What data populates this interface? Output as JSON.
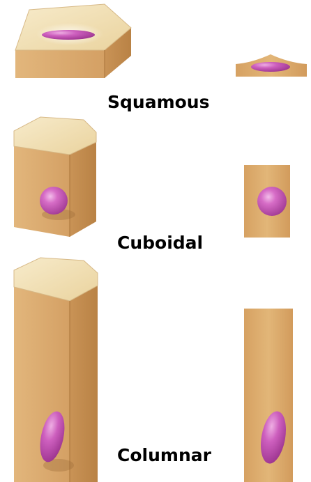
{
  "labels": {
    "squamous": "Squamous",
    "cuboidal": "Cuboidal",
    "columnar": "Columnar"
  },
  "colors": {
    "top_face": "#f3e3bb",
    "side_light": "#e6bc82",
    "side_dark": "#c48d52",
    "edge": "#a77339",
    "nucleus": "#c050b0",
    "nucleus_highlight": "#f0b6e8"
  }
}
